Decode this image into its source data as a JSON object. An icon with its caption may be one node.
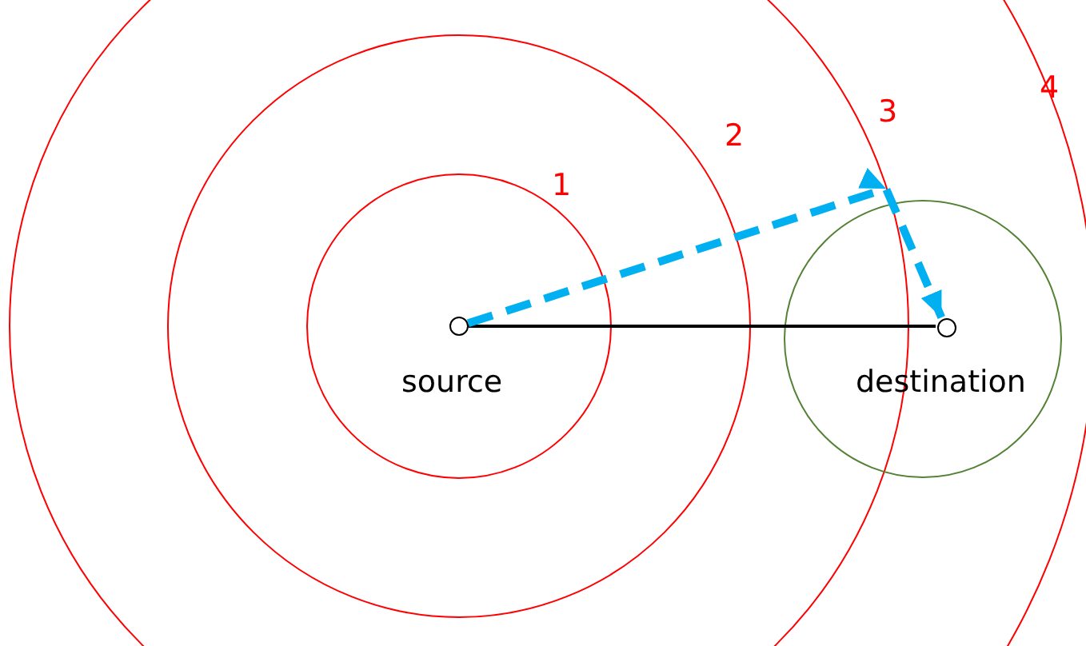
{
  "diagram": {
    "nodes": [
      {
        "text": [],
        "shape": "circle",
        "beside": [
          "source"
        ]
      },
      {
        "text": [],
        "shape": "circle"
      },
      {
        "text": [],
        "shape": "circle",
        "beside": [
          "destination"
        ],
        "in": 1
      }
    ],
    "edges": [
      {
        "from": 0,
        "to": 2,
        "arrow": "none",
        "color": "#000000"
      },
      {
        "from": 0,
        "to": 2,
        "arrow": "to",
        "style": "dashed",
        "color": "#00b0f0"
      }
    ],
    "labels": [
      "1",
      "2",
      "3",
      "4"
    ]
  }
}
